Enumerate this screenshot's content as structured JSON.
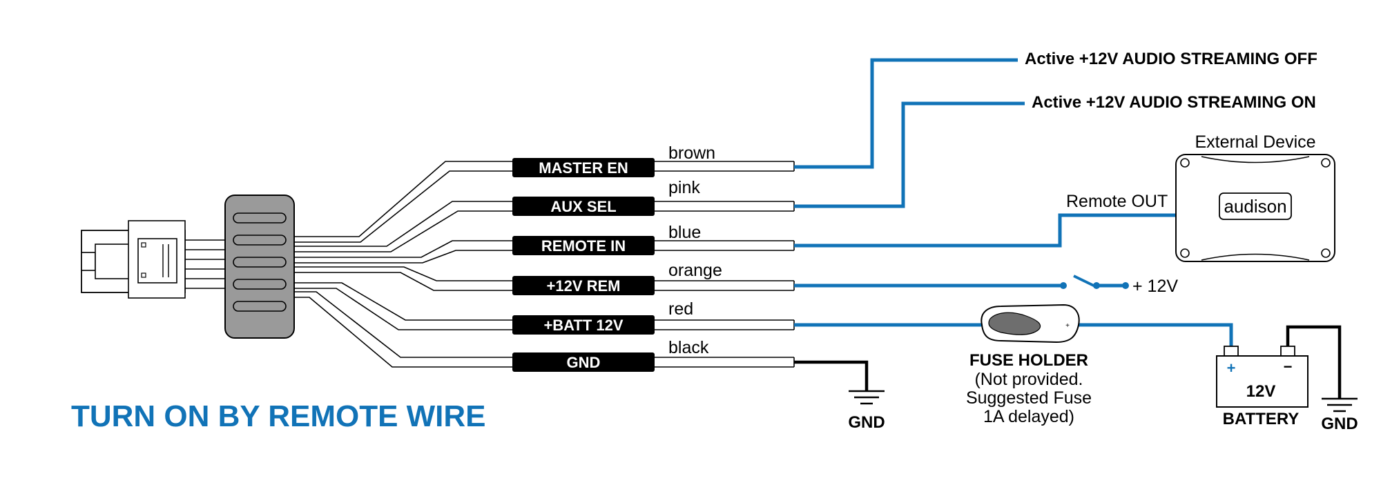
{
  "title": "TURN ON BY REMOTE WIRE",
  "harness": [
    {
      "tag": "MASTER EN",
      "color_name": "brown"
    },
    {
      "tag": "AUX SEL",
      "color_name": "pink"
    },
    {
      "tag": "REMOTE IN",
      "color_name": "blue"
    },
    {
      "tag": "+12V REM",
      "color_name": "orange"
    },
    {
      "tag": "+BATT 12V",
      "color_name": "red"
    },
    {
      "tag": "GND",
      "color_name": "black"
    }
  ],
  "outputs": {
    "streaming_off": "Active +12V AUDIO STREAMING OFF",
    "streaming_on": "Active +12V AUDIO STREAMING ON"
  },
  "external_device": {
    "title": "External Device",
    "brand": "audison",
    "remote_label": "Remote OUT"
  },
  "switch_label": "+ 12V",
  "fuse": {
    "title": "FUSE HOLDER",
    "note_line1": "(Not provided.",
    "note_line2": "Suggested Fuse",
    "note_line3": "1A delayed)"
  },
  "battery": {
    "plus": "+",
    "minus": "−",
    "voltage": "12V",
    "label": "BATTERY"
  },
  "gnd_label": "GND",
  "colors": {
    "accent_blue": "#1173b7",
    "connector_gray": "#9a9a9a",
    "tag_black": "#000000"
  }
}
